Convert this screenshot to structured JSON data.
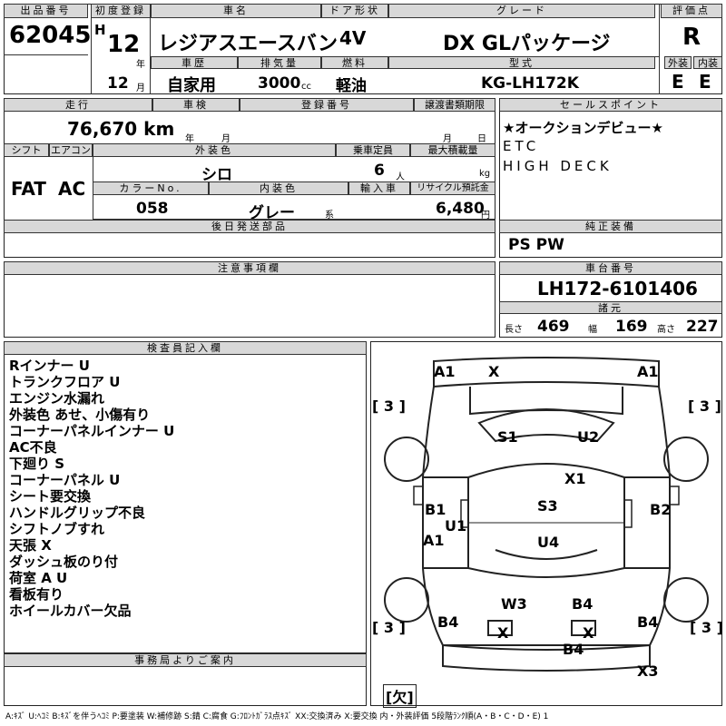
{
  "header": {
    "lot_no_label": "出品番号",
    "lot_no": "62045",
    "first_reg_label": "初度登録",
    "era": "H",
    "first_reg_year": "12",
    "year_unit": "年",
    "first_reg_month": "12",
    "month_unit": "月",
    "car_name_label": "車名",
    "car_name": "レジアスエースバン",
    "doors_label": "ドア形状",
    "doors": "4V",
    "grade_label": "グレード",
    "grade": "DX GLパッケージ",
    "score_label": "評価点",
    "score": "R",
    "history_label": "車歴",
    "history": "自家用",
    "displacement_label": "排気量",
    "displacement": "3000",
    "cc": "cc",
    "fuel_label": "燃料",
    "fuel": "軽油",
    "model_label": "型式",
    "model": "KG-LH172K",
    "exterior_label": "外装",
    "exterior_grade": "E",
    "interior_label": "内装",
    "interior_grade": "E"
  },
  "row2": {
    "mileage_label": "走行",
    "mileage": "76,670 km",
    "inspection_label": "車検",
    "year_unit": "年",
    "month_unit": "月",
    "reg_no_label": "登録番号",
    "deadline_label": "譲渡書類期限",
    "month_unit2": "月",
    "day_unit": "日",
    "shift_label": "シフト",
    "shift": "FAT",
    "ac_label": "エアコン",
    "ac": "AC",
    "color_label": "外装色",
    "color": "シロ",
    "capacity_label": "乗車定員",
    "capacity": "6",
    "person_unit": "人",
    "load_label": "最大積載量",
    "kg": "kg",
    "color_no_label": "カラーNo.",
    "color_no": "058",
    "interior_color_label": "内装色",
    "interior_color": "グレー",
    "kei": "系",
    "import_label": "輸入車",
    "recycle_label": "リサイクル預託金",
    "recycle": "6,480",
    "yen": "円",
    "later_parts_label": "後日発送部品"
  },
  "sales_points": {
    "label": "セールスポイント",
    "items": [
      "★オークションデビュー★",
      "ETC",
      "HIGH DECK"
    ]
  },
  "equipment": {
    "label": "純正装備",
    "value": "PS PW"
  },
  "notes": {
    "label": "注意事項欄"
  },
  "chassis": {
    "label": "車台番号",
    "value": "LH172-6101406",
    "dims_label": "諸元",
    "length_label": "長さ",
    "length": "469",
    "width_label": "幅",
    "width": "169",
    "height_label": "高さ",
    "height": "227"
  },
  "inspector": {
    "label": "検査員記入欄",
    "lines": [
      "Rインナー U",
      "トランクフロア U",
      "エンジン水漏れ",
      "外装色 あせ、小傷有り",
      "コーナーパネルインナー U",
      "AC不良",
      "下廻り S",
      "コーナーパネル U",
      "シート要交換",
      "ハンドルグリップ不良",
      "シフトノブすれ",
      "天張 X",
      "ダッシュ板のり付",
      "荷室 A U",
      "看板有り",
      "ホイールカバー欠品"
    ]
  },
  "office": {
    "label": "事務局よりご案内"
  },
  "diagram": {
    "marks": {
      "fl": "A1",
      "fc": "X",
      "fr": "A1",
      "s1": "S1",
      "u2": "U2",
      "x1": "X1",
      "b1": "B1",
      "u1": "U1",
      "s3": "S3",
      "b2": "B2",
      "a1": "A1",
      "u4": "U4",
      "w3": "W3",
      "b4a": "B4",
      "b4l": "B4",
      "b4r": "B4",
      "xl": "X",
      "xr": "X",
      "b4b": "B4",
      "x3": "X3",
      "t1": "[ 3 ]",
      "t2": "[ 3 ]",
      "t3": "[ 3 ]",
      "t4": "[ 3 ]",
      "spare": "[欠]"
    }
  },
  "legend": "A:ｷｽﾞ U:ﾍｺﾐ B:ｷｽﾞを伴うﾍｺﾐ P:要塗装 W:補修跡 S:錆 C:腐食 G:ﾌﾛﾝﾄｶﾞﾗｽ点ｷｽﾞ XX:交換済み X:要交換 内・外装評価 5段階ﾗﾝｸ順(A・B・C・D・E) 1"
}
